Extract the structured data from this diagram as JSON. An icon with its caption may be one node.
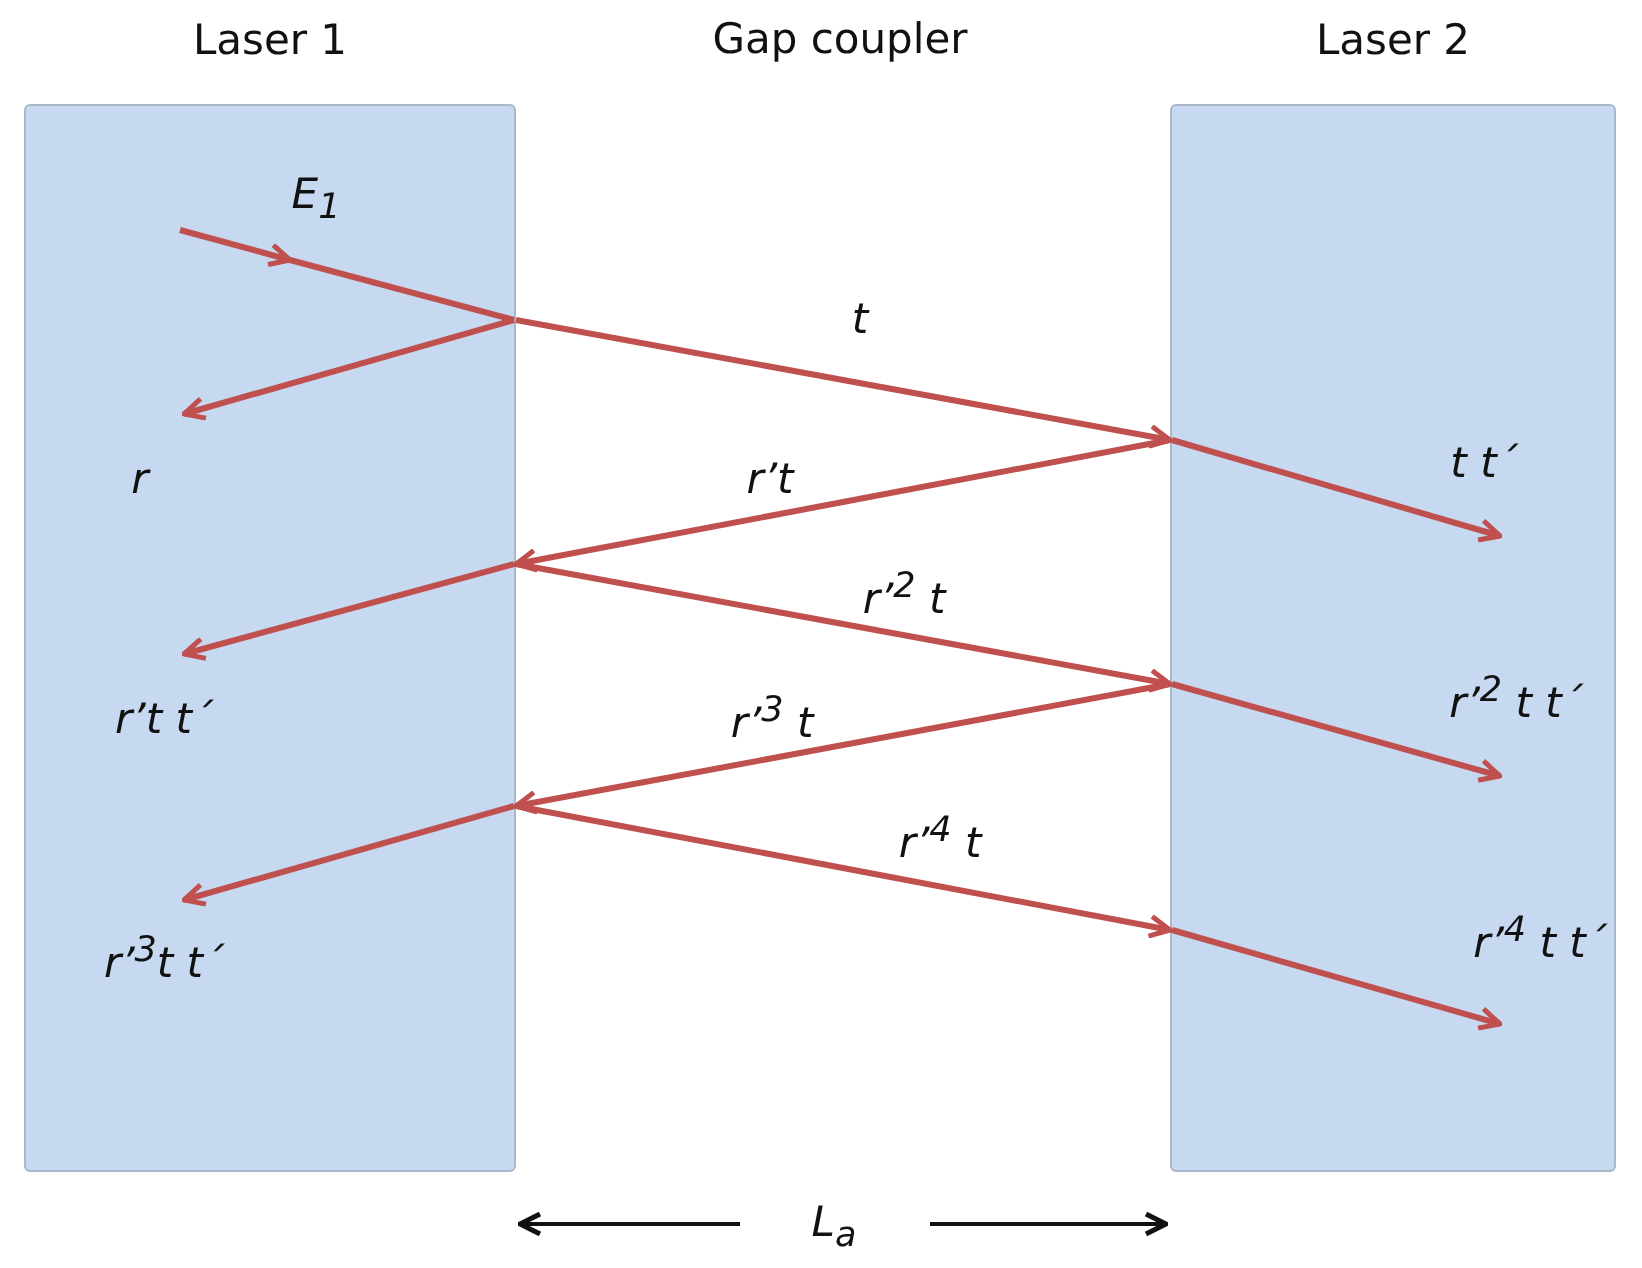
{
  "diagram": {
    "nodes": [
      {
        "text": [
          "Laser 1"
        ]
      },
      {
        "text": [
          "Laser 2"
        ]
      }
    ],
    "edges": [
      {
        "from": 0,
        "to": 1,
        "arrow": "to",
        "label": "t"
      },
      {
        "from": 1,
        "to": 0,
        "arrow": "to",
        "label": "r’t"
      },
      {
        "from": 0,
        "to": 1,
        "arrow": "to",
        "label": "r’$^{2}$ t"
      },
      {
        "from": 1,
        "to": 0,
        "arrow": "to",
        "label": "r’$^{3}$ t"
      },
      {
        "from": 0,
        "to": 1,
        "arrow": "to",
        "label": "r’$^{4}$ t"
      }
    ],
    "labels": [
      "Gap coupler",
      "E$_{1}$",
      "r",
      "t t´",
      "r’t t´",
      "r’$^{2}$ t t´",
      "r’$^{3}$t t´",
      "r’$^{4}$ t t´",
      "L$_{a}$"
    ]
  }
}
